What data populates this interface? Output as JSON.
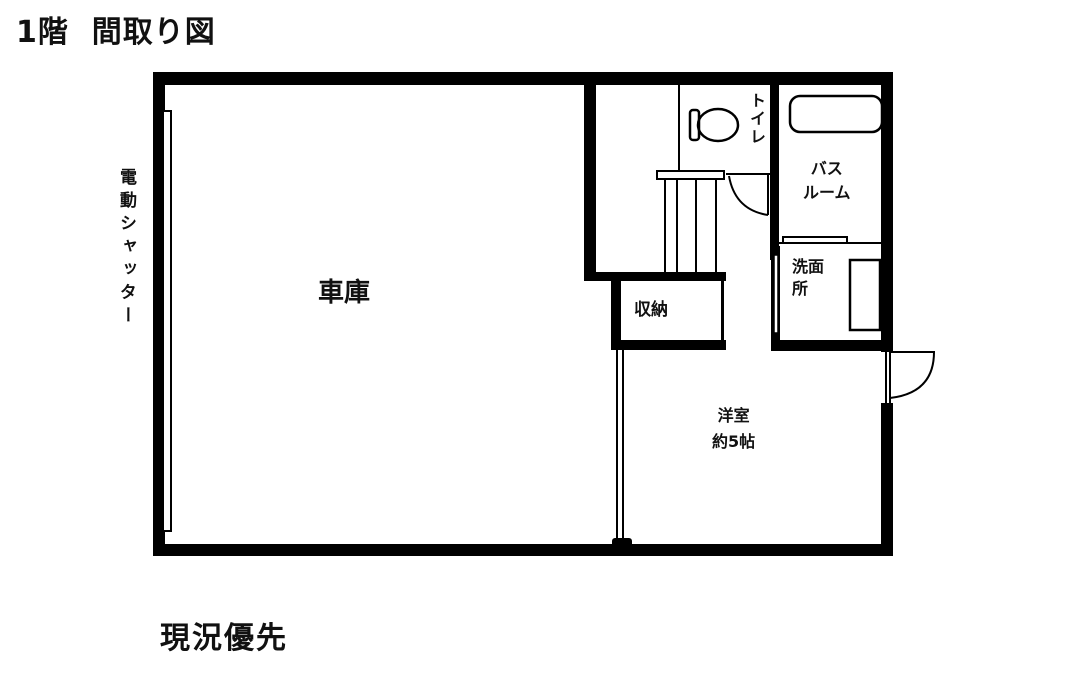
{
  "header": {
    "title": "1階  間取り図"
  },
  "floor_plan": {
    "floor": "1階",
    "shutter_label": "電動シャッター",
    "rooms": [
      {
        "id": "garage",
        "name": "車庫"
      },
      {
        "id": "toilet",
        "name": "トイレ"
      },
      {
        "id": "bathroom",
        "line1": "バス",
        "line2": "ルーム"
      },
      {
        "id": "washroom",
        "line1": "洗面",
        "line2": "所"
      },
      {
        "id": "storage",
        "name": "収納"
      },
      {
        "id": "western_room",
        "line1": "洋室",
        "line2": "約5帖"
      }
    ],
    "colors": {
      "wall": "#000000",
      "background": "#ffffff"
    }
  },
  "footer": {
    "note": "現況優先"
  }
}
